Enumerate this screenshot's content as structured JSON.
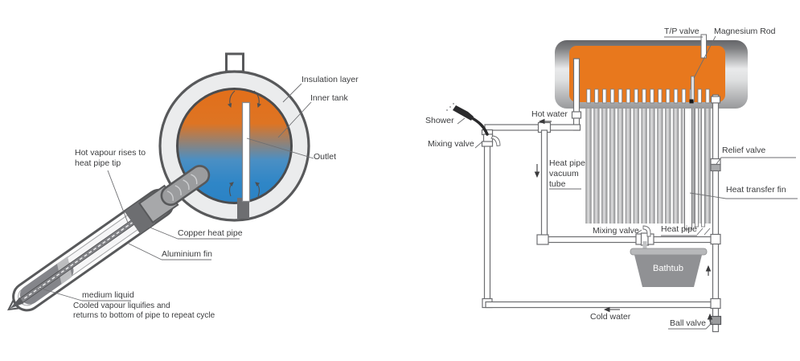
{
  "left_diagram": {
    "labels": {
      "insulation_layer": "Insulation layer",
      "inner_tank": "Inner tank",
      "outlet": "Outlet",
      "hot_vapour_line1": "Hot vapour rises to",
      "hot_vapour_line2": "heat pipe tip",
      "copper_heat_pipe": "Copper heat pipe",
      "aluminium_fin": "Aluminium fin",
      "medium_liquid": "medium liquid",
      "cooled_vapour_line1": "Cooled vapour liquifies and",
      "cooled_vapour_line2": "returns to bottom of pipe to repeat cycle"
    },
    "colors": {
      "hot_zone": "#e26f1a",
      "cold_zone": "#2b82c4",
      "outline": "#58595b"
    }
  },
  "right_diagram": {
    "labels": {
      "tp_valve": "T/P valve",
      "magnesium_rod": "Magnesium Rod",
      "shower": "Shower",
      "mixing_valve_top": "Mixing valve",
      "hot_water": "Hot water",
      "heat_pipe_vacuum_tube_line1": "Heat pipe",
      "heat_pipe_vacuum_tube_line2": "vacuum",
      "heat_pipe_vacuum_tube_line3": "tube",
      "relief_valve": "Relief valve",
      "heat_transfer_fin": "Heat transfer fin",
      "mixing_valve_bottom": "Mixing valve",
      "heat_pipe": "Heat pipe",
      "bathtub": "Bathtub",
      "cold_water": "Cold water",
      "ball_valve": "Ball valve"
    },
    "tank_color": "#e8781d",
    "vacuum_tube_count": 16
  }
}
